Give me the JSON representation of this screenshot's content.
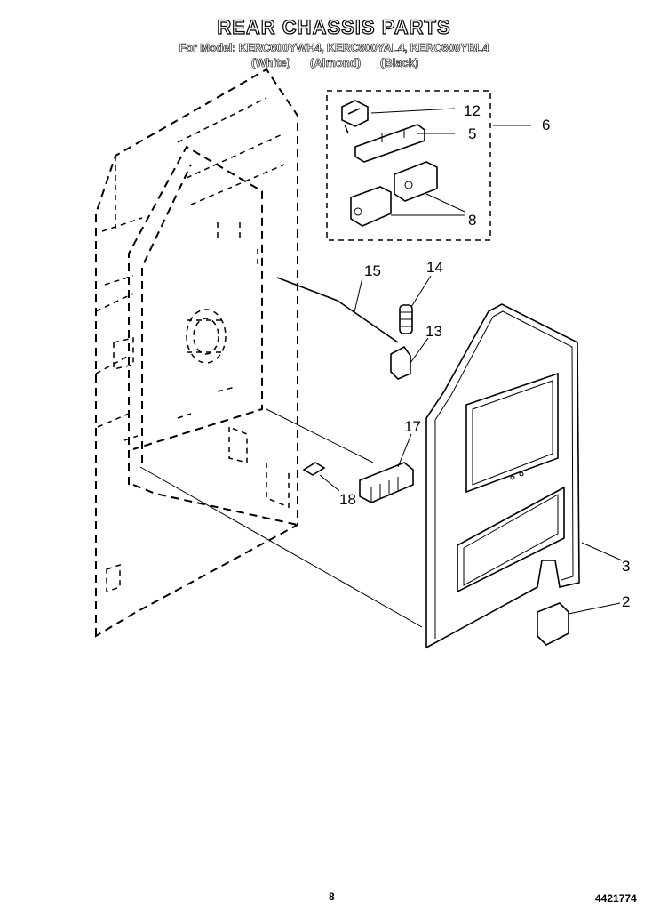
{
  "header": {
    "title": "REAR CHASSIS PARTS",
    "model_line": "For Model: KERC600YWH4, KERC600YAL4, KERC600YBL4",
    "variants": [
      "(White)",
      "(Almond)",
      "(Black)"
    ]
  },
  "callouts": [
    {
      "id": "part-12",
      "label": "12"
    },
    {
      "id": "part-5",
      "label": "5"
    },
    {
      "id": "part-6",
      "label": "6"
    },
    {
      "id": "part-8",
      "label": "8"
    },
    {
      "id": "part-15",
      "label": "15"
    },
    {
      "id": "part-14",
      "label": "14"
    },
    {
      "id": "part-13",
      "label": "13"
    },
    {
      "id": "part-17",
      "label": "17"
    },
    {
      "id": "part-18",
      "label": "18"
    },
    {
      "id": "part-3",
      "label": "3"
    },
    {
      "id": "part-2",
      "label": "2"
    }
  ],
  "footer": {
    "page_number": "8",
    "document_number": "4421774"
  }
}
